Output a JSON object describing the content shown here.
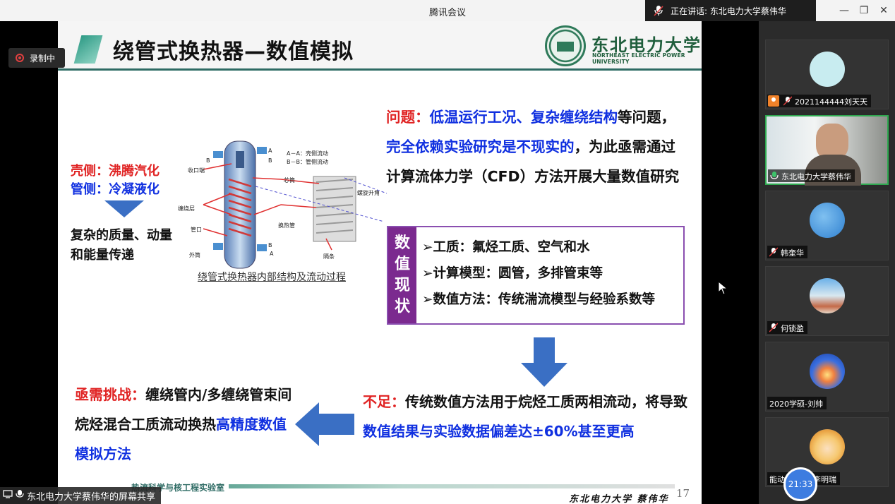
{
  "window": {
    "title": "腾讯会议",
    "speaking": "正在讲话: 东北电力大学蔡伟华",
    "recording": "录制中"
  },
  "slide": {
    "title": "绕管式换热器—数值模拟",
    "university_cn": "东北电力大学",
    "university_en": "NORTHEAST ELECTRIC POWER UNIVERSITY",
    "shell_side": {
      "label": "壳侧：",
      "value": "沸腾汽化"
    },
    "tube_side": {
      "label": "管侧：",
      "value": "冷凝液化"
    },
    "transfer": "复杂的质量、动量和能量传递",
    "diagram_caption": "绕管式换热器内部结构及流动过程",
    "diagram_labels": [
      "B",
      "收口端",
      "A",
      "A－A：壳侧流动",
      "B－B：管侧流动",
      "B",
      "芯筒",
      "缠绕层",
      "螺旋升角",
      "管口",
      "换热管",
      "B",
      "A",
      "外筒",
      "隔条"
    ],
    "problem": {
      "label": "问题：",
      "highlight1": "低温运行工况、复杂缠绕结构",
      "text1": "等问题，",
      "highlight2": "完全依赖实验研究是不现实的",
      "text2": "，为此亟需通过计算流体力学（CFD）方法开展大量数值研究"
    },
    "status_tag": [
      "数",
      "值",
      "现",
      "状"
    ],
    "status_items": [
      "➢工质：氟烃工质、空气和水",
      "➢计算模型：圆管，多排管束等",
      "➢数值方法：传统湍流模型与经验系数等"
    ],
    "insufficient": {
      "label": "不足：",
      "text1": "传统数值方法用于烷烃工质两相流动，将导致",
      "highlight": "数值结果与实验数据偏差达±60%甚至",
      "text2": "更高"
    },
    "challenge": {
      "label": "亟需挑战：",
      "text": "缠绕管内/多缠绕管束间烷烃混合工质流动换热",
      "highlight": "高精度数值模拟方法"
    },
    "footer_lab": "热流科学与核工程实验室",
    "footer_sign": "东北电力大学 蔡伟华",
    "page_number": "17"
  },
  "share_label": "东北电力大学蔡伟华的屏幕共享",
  "participants": [
    {
      "name": "2021144444刘天天",
      "avatar_color": "#c8ecf0"
    },
    {
      "name": "东北电力大学蔡伟华",
      "avatar_color": "#9a9a8a"
    },
    {
      "name": "韩奎华",
      "avatar_color": "#3a8fd8"
    },
    {
      "name": "何锁盈",
      "avatar_color": "#5aa0d8"
    },
    {
      "name": "2020学硕-刘帅",
      "avatar_color": "#3a6fe0"
    },
    {
      "name": "能动",
      "name2": "李明瑞",
      "avatar_color": "#f0c060"
    }
  ],
  "clock": "21:33"
}
